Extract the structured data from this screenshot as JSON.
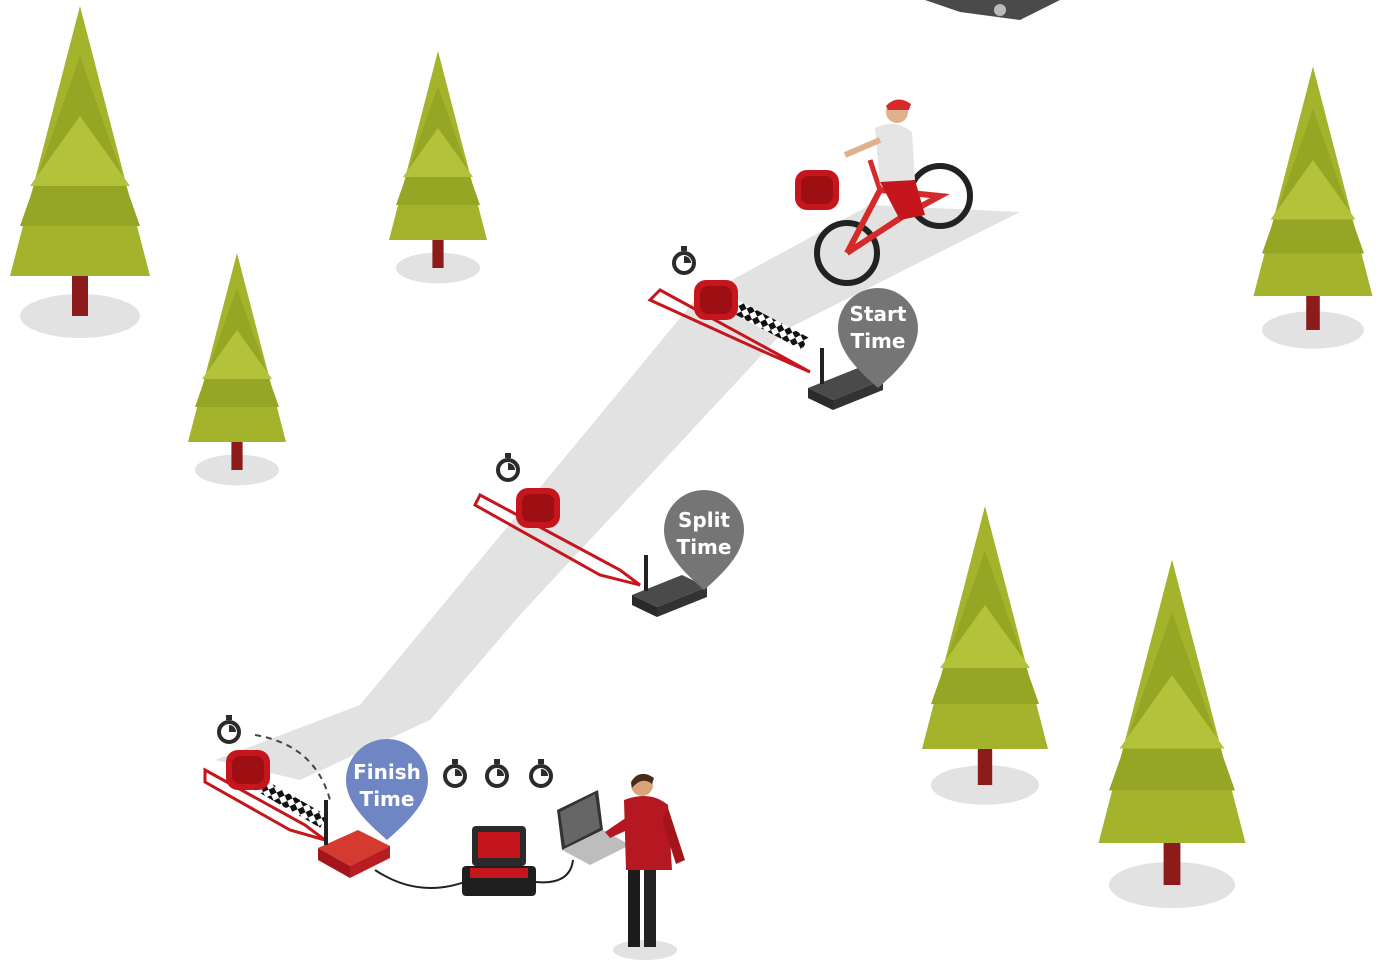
{
  "markers": {
    "start": {
      "line1": "Start",
      "line2": "Time"
    },
    "split": {
      "line1": "Split",
      "line2": "Time"
    },
    "finish": {
      "line1": "Finish",
      "line2": "Time"
    }
  },
  "colors": {
    "grey_pin": "#757575",
    "blue_pin": "#6f86c4",
    "tree": "#a3b32c",
    "trunk": "#8c1b1b",
    "track": "#e2e2e2",
    "red": "#c4161c"
  },
  "icons": [
    "tree-icon",
    "stopwatch-icon",
    "cyclist-icon",
    "timing-decoder-icon",
    "laptop-icon",
    "person-icon"
  ]
}
